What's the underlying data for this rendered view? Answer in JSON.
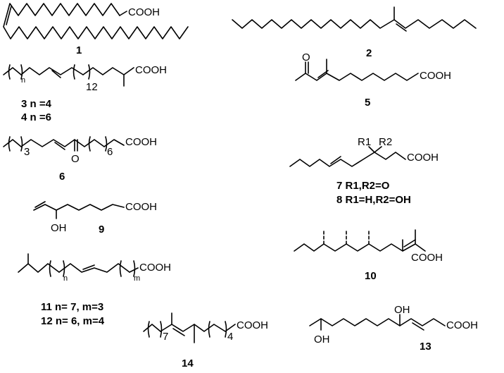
{
  "compounds": {
    "c1": {
      "number": "1",
      "acid": "COOH"
    },
    "c2": {
      "number": "2"
    },
    "c3": {
      "number": "3 n =4",
      "acid": "COOH",
      "n_label": "n",
      "repeat": "12"
    },
    "c4": {
      "number": "4 n =6"
    },
    "c5": {
      "number": "5",
      "acid": "COOH",
      "keto": "O"
    },
    "c6": {
      "number": "6",
      "acid": "COOH",
      "repeat_a": "3",
      "keto": "O",
      "repeat_b": "6"
    },
    "c7": {
      "number": "7 R1,R2=O",
      "acid": "COOH",
      "r1": "R1",
      "r2": "R2"
    },
    "c8": {
      "number": "8 R1=H,R2=OH"
    },
    "c9": {
      "number": "9",
      "acid": "COOH",
      "oh": "OH"
    },
    "c10": {
      "number": "10",
      "acid": "COOH"
    },
    "c11": {
      "number": "11 n= 7, m=3",
      "acid": "COOH",
      "n_label": "n",
      "m_label": "m"
    },
    "c12": {
      "number": "12 n= 6, m=4"
    },
    "c13": {
      "number": "13",
      "acid": "COOH",
      "oh_top": "OH",
      "oh_bottom": "OH"
    },
    "c14": {
      "number": "14",
      "acid": "COOH",
      "repeat_a": "7",
      "repeat_b": "4"
    }
  }
}
